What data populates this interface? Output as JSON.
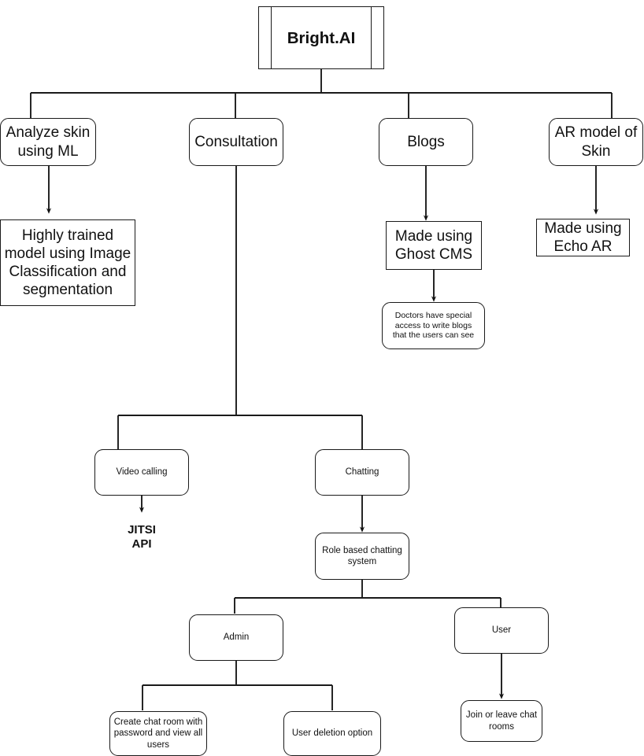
{
  "diagram": {
    "title": "Bright.AI system architecture flowchart",
    "stroke_color": "#1a1a1a",
    "background_color": "#ffffff",
    "nodes": {
      "root": {
        "label": "Bright.AI",
        "shape": "predefined-process"
      },
      "analyze_skin": {
        "label": "Analyze skin\nusing ML",
        "shape": "rounded-rect"
      },
      "consultation": {
        "label": "Consultation",
        "shape": "rounded-rect"
      },
      "blogs": {
        "label": "Blogs",
        "shape": "rounded-rect"
      },
      "ar_model": {
        "label": "AR model of\nSkin",
        "shape": "rounded-rect"
      },
      "highly_trained_model": {
        "label": "Highly trained\nmodel using Image\nClassification and\nsegmentation",
        "shape": "rect"
      },
      "ghost_cms": {
        "label": "Made using\nGhost CMS",
        "shape": "rect"
      },
      "echo_ar": {
        "label": "Made using\nEcho AR",
        "shape": "rect"
      },
      "doctors_access": {
        "label": "Doctors have special\naccess to write blogs\nthat the users can see",
        "shape": "rounded-rect"
      },
      "video_calling": {
        "label": "Video calling",
        "shape": "rounded-rect"
      },
      "chatting": {
        "label": "Chatting",
        "shape": "rounded-rect"
      },
      "jitsi_api": {
        "label": "JITSI\nAPI",
        "shape": "text-only"
      },
      "role_based_chatting": {
        "label": "Role based chatting\nsystem",
        "shape": "rounded-rect"
      },
      "admin": {
        "label": "Admin",
        "shape": "rounded-rect"
      },
      "user": {
        "label": "User",
        "shape": "rounded-rect"
      },
      "create_chat_room": {
        "label": "Create chat room with\npassword and view all\nusers",
        "shape": "rounded-rect"
      },
      "user_deletion": {
        "label": "User deletion option",
        "shape": "rounded-rect"
      },
      "join_leave_rooms": {
        "label": "Join or leave chat\nrooms",
        "shape": "rounded-rect"
      }
    },
    "edges": [
      {
        "from": "root",
        "to": "analyze_skin",
        "arrow": false
      },
      {
        "from": "root",
        "to": "consultation",
        "arrow": false
      },
      {
        "from": "root",
        "to": "blogs",
        "arrow": false
      },
      {
        "from": "root",
        "to": "ar_model",
        "arrow": false
      },
      {
        "from": "analyze_skin",
        "to": "highly_trained_model",
        "arrow": true
      },
      {
        "from": "blogs",
        "to": "ghost_cms",
        "arrow": true
      },
      {
        "from": "ar_model",
        "to": "echo_ar",
        "arrow": true
      },
      {
        "from": "ghost_cms",
        "to": "doctors_access",
        "arrow": true
      },
      {
        "from": "consultation",
        "to": "video_calling",
        "arrow": false
      },
      {
        "from": "consultation",
        "to": "chatting",
        "arrow": false
      },
      {
        "from": "video_calling",
        "to": "jitsi_api",
        "arrow": true
      },
      {
        "from": "chatting",
        "to": "role_based_chatting",
        "arrow": true
      },
      {
        "from": "role_based_chatting",
        "to": "admin",
        "arrow": false
      },
      {
        "from": "role_based_chatting",
        "to": "user",
        "arrow": false
      },
      {
        "from": "admin",
        "to": "create_chat_room",
        "arrow": false
      },
      {
        "from": "admin",
        "to": "user_deletion",
        "arrow": false
      },
      {
        "from": "user",
        "to": "join_leave_rooms",
        "arrow": true
      }
    ]
  }
}
